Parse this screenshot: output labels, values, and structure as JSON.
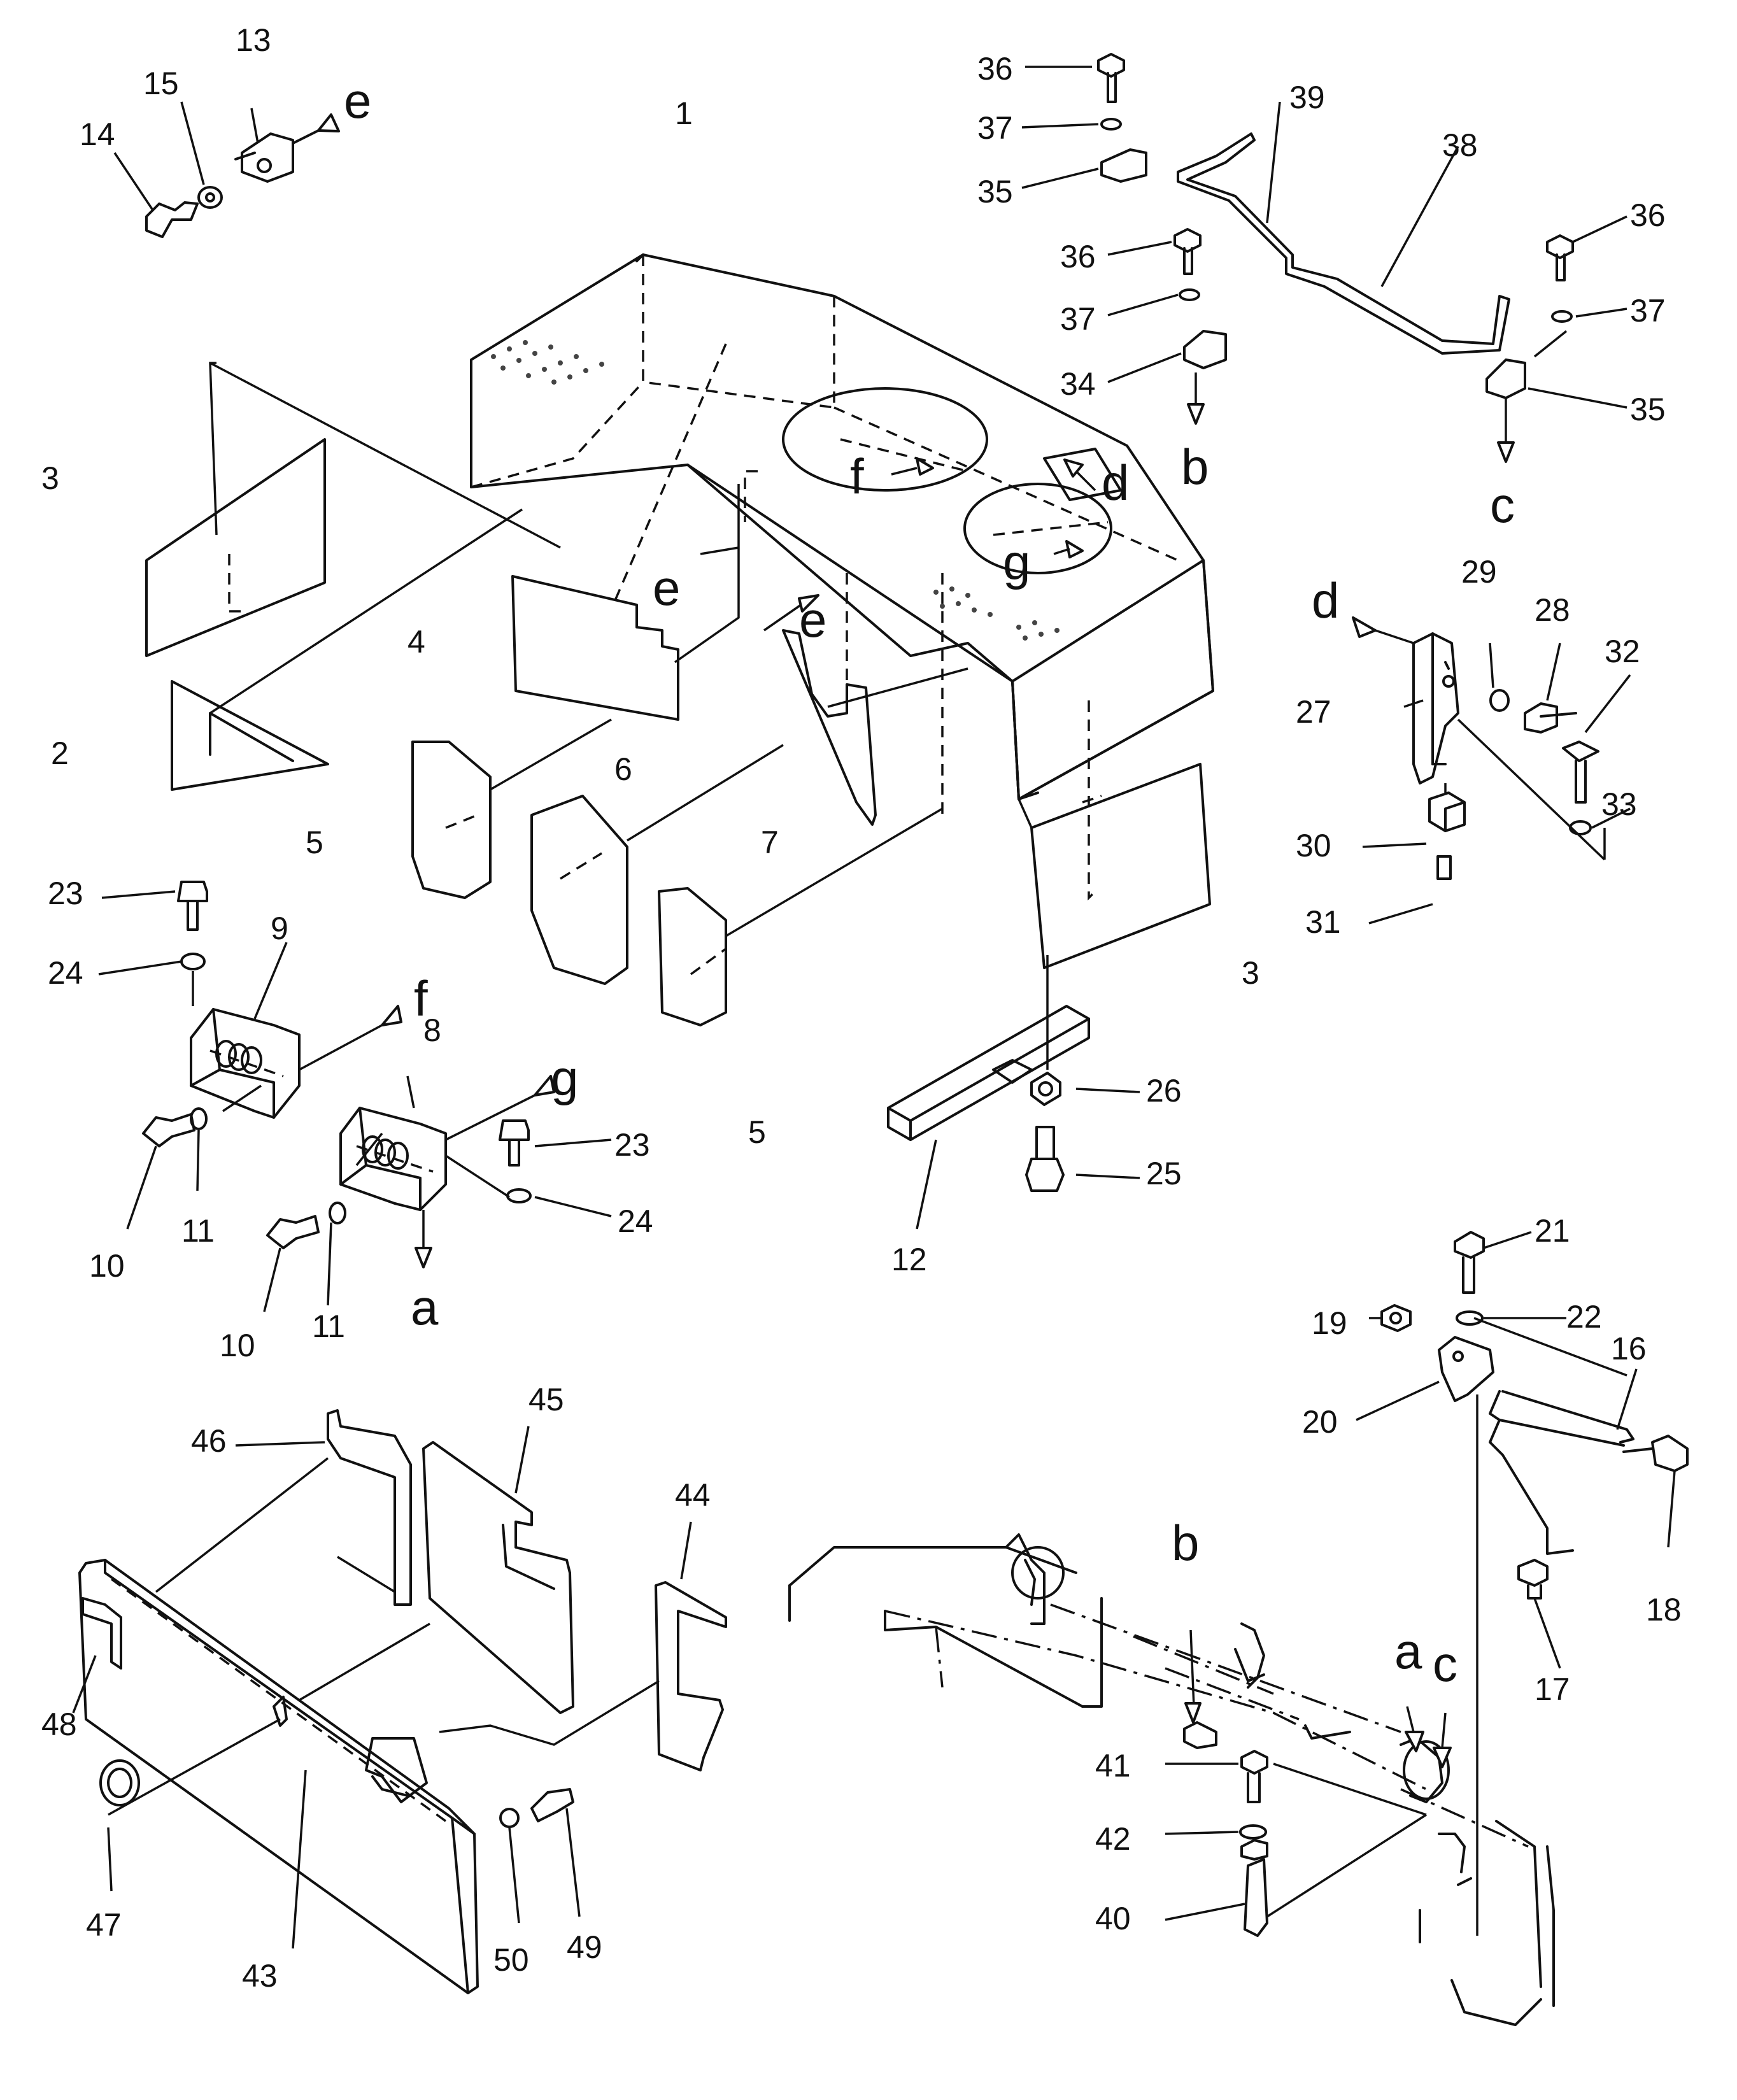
{
  "diagram": {
    "callouts": {
      "c1": "1",
      "c2": "2",
      "c3a": "3",
      "c3b": "3",
      "c4": "4",
      "c5a": "5",
      "c5b": "5",
      "c6": "6",
      "c7": "7",
      "c8": "8",
      "c9": "9",
      "c10a": "10",
      "c10b": "10",
      "c11a": "11",
      "c11b": "11",
      "c12": "12",
      "c13": "13",
      "c14": "14",
      "c15": "15",
      "c16": "16",
      "c17": "17",
      "c18": "18",
      "c19": "19",
      "c20": "20",
      "c21": "21",
      "c22": "22",
      "c23a": "23",
      "c23b": "23",
      "c24a": "24",
      "c24b": "24",
      "c25": "25",
      "c26": "26",
      "c27": "27",
      "c28": "28",
      "c29": "29",
      "c30": "30",
      "c31": "31",
      "c32": "32",
      "c33": "33",
      "c34": "34",
      "c35a": "35",
      "c35b": "35",
      "c36a": "36",
      "c36b": "36",
      "c36c": "36",
      "c37a": "37",
      "c37b": "37",
      "c37c": "37",
      "c38": "38",
      "c39": "39",
      "c40": "40",
      "c41": "41",
      "c42": "42",
      "c43": "43",
      "c44": "44",
      "c45": "45",
      "c46": "46",
      "c47": "47",
      "c48": "48",
      "c49": "49",
      "c50": "50"
    },
    "letters": {
      "e_top": "e",
      "e_mid": "e",
      "e_right": "e",
      "f_cover": "f",
      "f_hinge": "f",
      "g_cover": "g",
      "g_hinge": "g",
      "d_cover": "d",
      "d_bracket": "d",
      "b_bracket": "b",
      "b_frame": "b",
      "c_bracket": "c",
      "c_frame": "c",
      "a_hinge": "a",
      "a_frame": "a"
    }
  }
}
